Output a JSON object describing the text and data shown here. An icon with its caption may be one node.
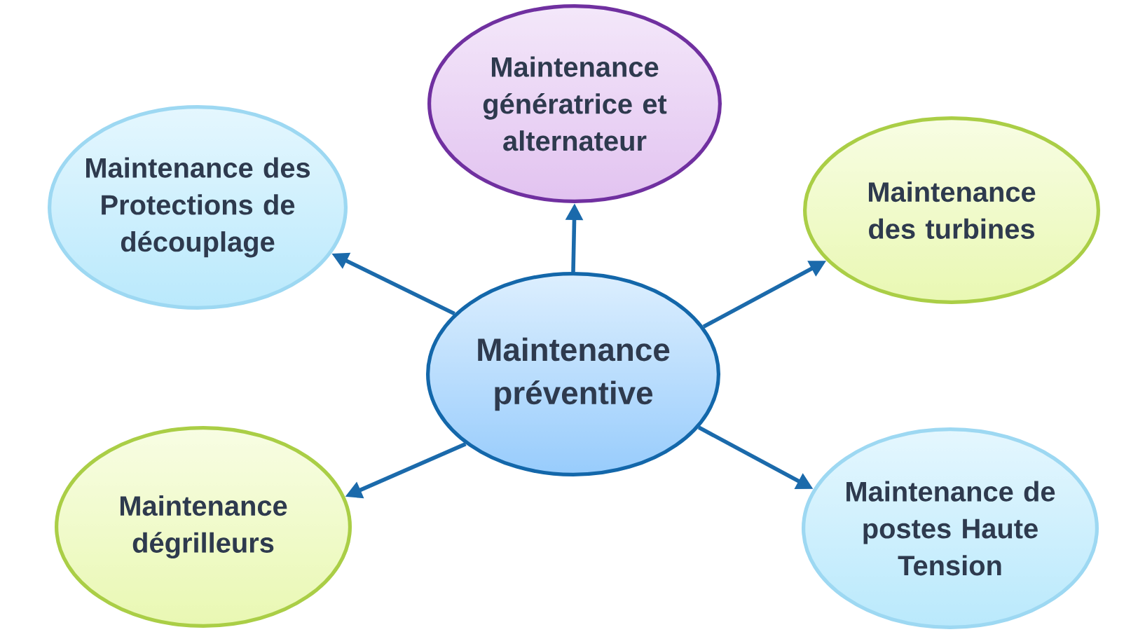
{
  "diagram": {
    "nodes": [
      {
        "text": [
          "Maintenance génératrice et alternateur"
        ]
      },
      {
        "text": [
          "Maintenance des Protections de découplage"
        ]
      },
      {
        "text": [
          "Maintenance des turbines"
        ]
      },
      {
        "text": [
          "Maintenance préventive"
        ]
      },
      {
        "text": [
          "Maintenance dégrilleurs"
        ]
      },
      {
        "text": [
          "Maintenance de postes Haute Tension"
        ]
      }
    ],
    "edges": [
      {
        "from": 3,
        "to": 0,
        "arrow": "to"
      },
      {
        "from": 3,
        "to": 1,
        "arrow": "to"
      },
      {
        "from": 3,
        "to": 2,
        "arrow": "to"
      },
      {
        "from": 3,
        "to": 4,
        "arrow": "to"
      },
      {
        "from": 3,
        "to": 5,
        "arrow": "to"
      }
    ]
  }
}
